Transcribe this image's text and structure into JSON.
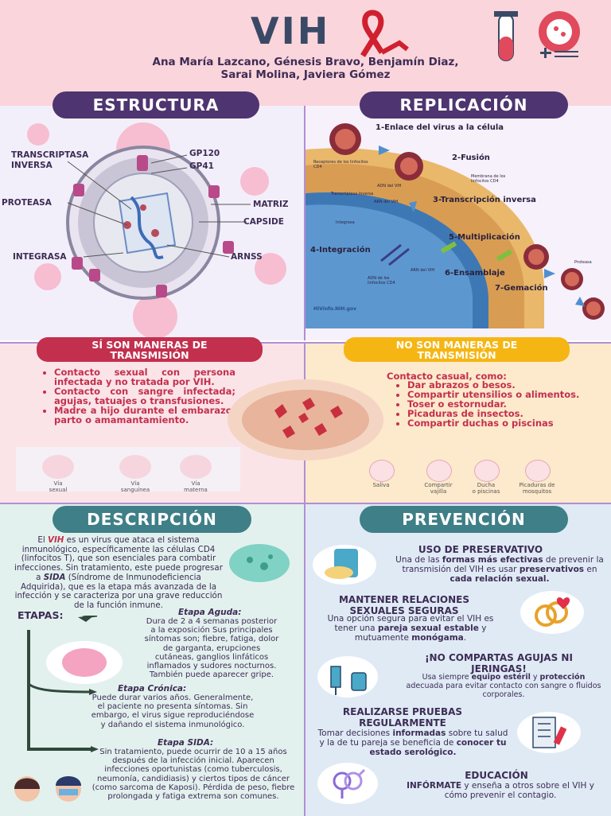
{
  "header": {
    "title": "VIH",
    "authors_line1": "Ana María Lazcano, Génesis Bravo, Benjamín Diaz,",
    "authors_line2": "Sarai Molina, Javiera Gómez"
  },
  "estructura": {
    "title": "ESTRUCTURA",
    "labels": {
      "transcriptasa": "TRANSCRIPTASA",
      "inversa": "INVERSA",
      "gp120": "GP120",
      "gp41": "GP41",
      "proteasa": "PROTEASA",
      "matriz": "MATRIZ",
      "capside": "CAPSIDE",
      "integrasa": "INTEGRASA",
      "arnss": "ARNSS"
    }
  },
  "replicacion": {
    "title": "REPLICACIÓN",
    "steps": [
      "1-Enlace del virus a la célula",
      "2-Fusión",
      "3-Transcripción inversa",
      "4-Integración",
      "5-Multiplicación",
      "6-Ensamblaje",
      "7-Gemación"
    ],
    "small": {
      "receptores": "Receptores de los linfocitos CD4",
      "membrana": "Membrana de los linfocitos CD4",
      "adn_vih": "ADN del VIH",
      "transcriptasa": "Transcriptasa inversa",
      "arn_vih": "ARN del VIH",
      "integrasa": "Integrasa",
      "arn_vih2": "ARN del VIH",
      "adn_linf": "ADN de los linfocitos CD4",
      "proteasa": "Proteasa",
      "logo": "HIVinfo.NIH.gov"
    }
  },
  "si_transmision": {
    "title_line1": "SÍ SON MANERAS DE",
    "title_line2": "TRANSMISIÓN",
    "items": [
      "Contacto sexual con persona infectada y no tratada por VIH.",
      "Contacto con sangre infectada; agujas, tatuajes o transfusiones.",
      "Madre a hijo durante el embarazo, parto o amamantamiento."
    ],
    "icons": [
      {
        "line1": "Vía",
        "line2": "sexual"
      },
      {
        "line1": "Vía",
        "line2": "sanguínea"
      },
      {
        "line1": "Vía",
        "line2": "materna"
      }
    ]
  },
  "no_transmision": {
    "title_line1": "NO SON MANERAS DE",
    "title_line2": "TRANSMISIÓN",
    "intro": "Contacto casual, como:",
    "items": [
      "Dar abrazos o besos.",
      "Compartir utensilios o alimentos.",
      "Toser o estornudar.",
      "Picaduras de insectos.",
      "Compartir duchas o piscinas"
    ],
    "icons": [
      {
        "line1": "Saliva",
        "line2": ""
      },
      {
        "line1": "Compartir",
        "line2": "vajilla"
      },
      {
        "line1": "Ducha",
        "line2": "o piscinas"
      },
      {
        "line1": "Picaduras de",
        "line2": "mosquitos"
      }
    ]
  },
  "descripcion": {
    "title": "DESCRIPCIÓN",
    "p_start": "El ",
    "p_vih": "VIH",
    "p_mid": " es un virus que ataca el sistema inmunológico, específicamente las células CD4 (linfocitos T), que son esenciales para combatir infecciones. Sin tratamiento, este puede progresar a ",
    "p_sida": "SIDA",
    "p_end": " (Síndrome de Inmunodeficiencia Adquirida), que es la etapa más avanzada de la infección y se caracteriza por una grave reducción de la función inmune.",
    "etapas_label": "ETAPAS:",
    "aguda_title": "Etapa Aguda:",
    "aguda_text": "Dura de 2 a 4 semanas posterior a la exposición Sus principales síntomas son; fiebre, fatiga, dolor de garganta, erupciones cutáneas, ganglios linfáticos inflamados y sudores nocturnos. También puede aparecer gripe.",
    "cronica_title": "Etapa Crónica:",
    "cronica_text": "Puede durar varios años. Generalmente, el paciente no presenta síntomas. Sin embargo, el virus sigue reproduciéndose y dañando el sistema inmunológico.",
    "sida_title": "Etapa SIDA:",
    "sida_text": "Sin tratamiento, puede ocurrir de 10 a 15 años después de la infección inicial. Aparecen infecciones oportunistas (como tuberculosis, neumonía, candidiasis) y ciertos tipos de cáncer (como sarcoma de Kaposi). Pérdida de peso, fiebre prolongada y fatiga extrema son comunes."
  },
  "prevencion": {
    "title": "PREVENCIÓN",
    "preservativo_title": "USO DE PRESERVATIVO",
    "preservativo_a": "Una de las ",
    "preservativo_b": "formas más efectivas",
    "preservativo_c": " de prevenir la transmisión del VIH es usar ",
    "preservativo_d": "preservativos",
    "preservativo_e": " en ",
    "preservativo_f": "cada relación sexual.",
    "relaciones_title_1": "MANTENER RELACIONES",
    "relaciones_title_2": "SEXUALES SEGURAS",
    "relaciones_a": "Una opción segura para evitar el VIH es tener una ",
    "relaciones_b": "pareja sexual estable",
    "relaciones_c": " y mutuamente ",
    "relaciones_d": "monógama",
    "relaciones_e": ".",
    "agujas_title_1": "¡NO COMPARTAS AGUJAS NI",
    "agujas_title_2": "JERINGAS!",
    "agujas_a": "Usa siempre ",
    "agujas_b": "equipo estéril",
    "agujas_c": " y ",
    "agujas_d": "protección",
    "agujas_e": " adecuada para evitar contacto con sangre o fluidos corporales.",
    "pruebas_title_1": "REALIZARSE PRUEBAS",
    "pruebas_title_2": "REGULARMENTE",
    "pruebas_a": "Tomar decisiones ",
    "pruebas_b": "informadas",
    "pruebas_c": " sobre tu salud y la de tu pareja se beneficia de ",
    "pruebas_d": "conocer tu estado serológico.",
    "educacion_title": "EDUCACIÓN",
    "educacion_a": "INFÓRMATE",
    "educacion_b": " y enseña a otros sobre el VIH y cómo prevenir el contagio."
  },
  "colors": {
    "purple": "#4e3470",
    "red": "#c2304e",
    "yellow": "#f5b614",
    "pink_bg": "#fbe4e8",
    "teal": "#3f7f87"
  }
}
